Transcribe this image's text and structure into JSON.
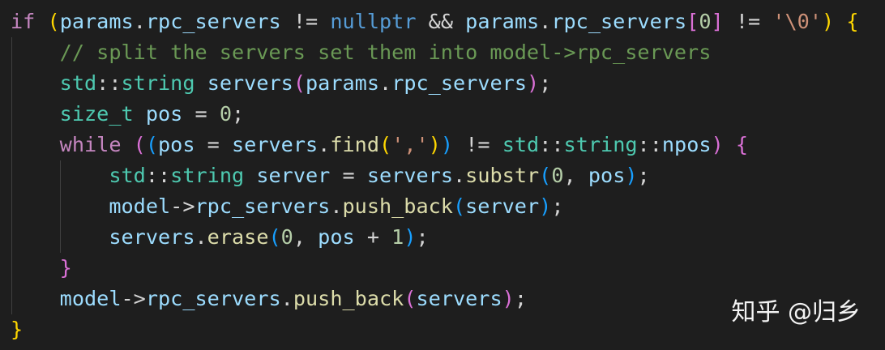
{
  "editor": {
    "language": "cpp",
    "theme": "dark",
    "background": "#1e1e1e",
    "lines": [
      [
        {
          "t": "if",
          "c": "kw-ctrl"
        },
        {
          "t": " ",
          "c": "op"
        },
        {
          "t": "(",
          "c": "b1"
        },
        {
          "t": "params",
          "c": "var"
        },
        {
          "t": ".",
          "c": "op"
        },
        {
          "t": "rpc_servers",
          "c": "var"
        },
        {
          "t": " != ",
          "c": "op"
        },
        {
          "t": "nullptr",
          "c": "kw-type"
        },
        {
          "t": " && ",
          "c": "op"
        },
        {
          "t": "params",
          "c": "var"
        },
        {
          "t": ".",
          "c": "op"
        },
        {
          "t": "rpc_servers",
          "c": "var"
        },
        {
          "t": "[",
          "c": "b2"
        },
        {
          "t": "0",
          "c": "num"
        },
        {
          "t": "]",
          "c": "b2"
        },
        {
          "t": " != ",
          "c": "op"
        },
        {
          "t": "'\\0'",
          "c": "str"
        },
        {
          "t": ")",
          "c": "b1"
        },
        {
          "t": " ",
          "c": "op"
        },
        {
          "t": "{",
          "c": "b1"
        }
      ],
      [
        {
          "t": "    ",
          "c": "op"
        },
        {
          "t": "// split the servers set them into model->rpc_servers",
          "c": "cmt"
        }
      ],
      [
        {
          "t": "    ",
          "c": "op"
        },
        {
          "t": "std",
          "c": "type"
        },
        {
          "t": "::",
          "c": "op"
        },
        {
          "t": "string",
          "c": "type"
        },
        {
          "t": " ",
          "c": "op"
        },
        {
          "t": "servers",
          "c": "var"
        },
        {
          "t": "(",
          "c": "b2"
        },
        {
          "t": "params",
          "c": "var"
        },
        {
          "t": ".",
          "c": "op"
        },
        {
          "t": "rpc_servers",
          "c": "var"
        },
        {
          "t": ")",
          "c": "b2"
        },
        {
          "t": ";",
          "c": "op"
        }
      ],
      [
        {
          "t": "    ",
          "c": "op"
        },
        {
          "t": "size_t",
          "c": "type"
        },
        {
          "t": " ",
          "c": "op"
        },
        {
          "t": "pos",
          "c": "var"
        },
        {
          "t": " = ",
          "c": "op"
        },
        {
          "t": "0",
          "c": "num"
        },
        {
          "t": ";",
          "c": "op"
        }
      ],
      [
        {
          "t": "    ",
          "c": "op"
        },
        {
          "t": "while",
          "c": "kw-ctrl"
        },
        {
          "t": " ",
          "c": "op"
        },
        {
          "t": "(",
          "c": "b2"
        },
        {
          "t": "(",
          "c": "b3"
        },
        {
          "t": "pos",
          "c": "var"
        },
        {
          "t": " = ",
          "c": "op"
        },
        {
          "t": "servers",
          "c": "var"
        },
        {
          "t": ".",
          "c": "op"
        },
        {
          "t": "find",
          "c": "fn"
        },
        {
          "t": "(",
          "c": "b1"
        },
        {
          "t": "','",
          "c": "str"
        },
        {
          "t": ")",
          "c": "b1"
        },
        {
          "t": ")",
          "c": "b3"
        },
        {
          "t": " != ",
          "c": "op"
        },
        {
          "t": "std",
          "c": "type"
        },
        {
          "t": "::",
          "c": "op"
        },
        {
          "t": "string",
          "c": "type"
        },
        {
          "t": "::",
          "c": "op"
        },
        {
          "t": "npos",
          "c": "var"
        },
        {
          "t": ")",
          "c": "b2"
        },
        {
          "t": " ",
          "c": "op"
        },
        {
          "t": "{",
          "c": "b2"
        }
      ],
      [
        {
          "t": "        ",
          "c": "op"
        },
        {
          "t": "std",
          "c": "type"
        },
        {
          "t": "::",
          "c": "op"
        },
        {
          "t": "string",
          "c": "type"
        },
        {
          "t": " ",
          "c": "op"
        },
        {
          "t": "server",
          "c": "var"
        },
        {
          "t": " = ",
          "c": "op"
        },
        {
          "t": "servers",
          "c": "var"
        },
        {
          "t": ".",
          "c": "op"
        },
        {
          "t": "substr",
          "c": "fn"
        },
        {
          "t": "(",
          "c": "b3"
        },
        {
          "t": "0",
          "c": "num"
        },
        {
          "t": ", ",
          "c": "op"
        },
        {
          "t": "pos",
          "c": "var"
        },
        {
          "t": ")",
          "c": "b3"
        },
        {
          "t": ";",
          "c": "op"
        }
      ],
      [
        {
          "t": "        ",
          "c": "op"
        },
        {
          "t": "model",
          "c": "var"
        },
        {
          "t": "->",
          "c": "op"
        },
        {
          "t": "rpc_servers",
          "c": "var"
        },
        {
          "t": ".",
          "c": "op"
        },
        {
          "t": "push_back",
          "c": "fn"
        },
        {
          "t": "(",
          "c": "b3"
        },
        {
          "t": "server",
          "c": "var"
        },
        {
          "t": ")",
          "c": "b3"
        },
        {
          "t": ";",
          "c": "op"
        }
      ],
      [
        {
          "t": "        ",
          "c": "op"
        },
        {
          "t": "servers",
          "c": "var"
        },
        {
          "t": ".",
          "c": "op"
        },
        {
          "t": "erase",
          "c": "fn"
        },
        {
          "t": "(",
          "c": "b3"
        },
        {
          "t": "0",
          "c": "num"
        },
        {
          "t": ", ",
          "c": "op"
        },
        {
          "t": "pos",
          "c": "var"
        },
        {
          "t": " + ",
          "c": "op"
        },
        {
          "t": "1",
          "c": "num"
        },
        {
          "t": ")",
          "c": "b3"
        },
        {
          "t": ";",
          "c": "op"
        }
      ],
      [
        {
          "t": "    ",
          "c": "op"
        },
        {
          "t": "}",
          "c": "b2"
        }
      ],
      [
        {
          "t": "    ",
          "c": "op"
        },
        {
          "t": "model",
          "c": "var"
        },
        {
          "t": "->",
          "c": "op"
        },
        {
          "t": "rpc_servers",
          "c": "var"
        },
        {
          "t": ".",
          "c": "op"
        },
        {
          "t": "push_back",
          "c": "fn"
        },
        {
          "t": "(",
          "c": "b2"
        },
        {
          "t": "servers",
          "c": "var"
        },
        {
          "t": ")",
          "c": "b2"
        },
        {
          "t": ";",
          "c": "op"
        }
      ],
      [
        {
          "t": "}",
          "c": "b1"
        }
      ]
    ]
  },
  "watermark": {
    "text": "知乎 @归乡"
  }
}
